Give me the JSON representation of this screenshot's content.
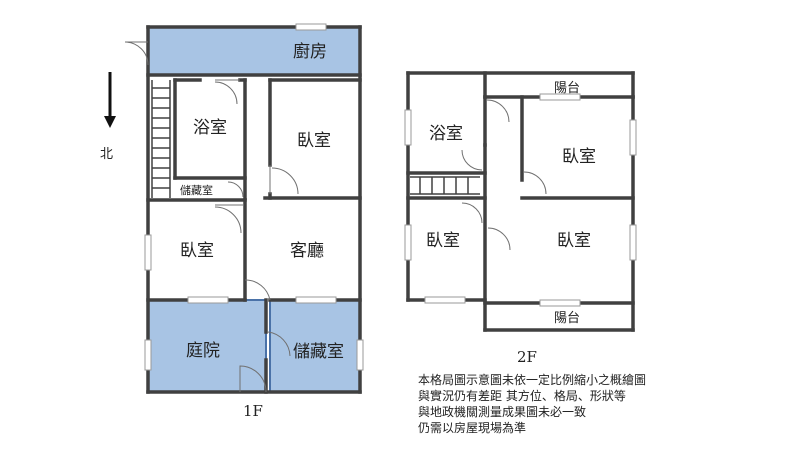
{
  "colors": {
    "highlight_fill": "#a8c4e4",
    "highlight_stroke": "#4a72a8",
    "wall": "#404040"
  },
  "compass": {
    "label": "北",
    "icon": "north-arrow-icon"
  },
  "floor1": {
    "label": "1F",
    "rooms": {
      "kitchen": "廚房",
      "bathroom": "浴室",
      "storage_small": "儲藏室",
      "bedroom_right": "臥室",
      "bedroom_left": "臥室",
      "living_room": "客廳",
      "courtyard": "庭院",
      "storage_room": "儲藏室"
    }
  },
  "floor2": {
    "label": "2F",
    "rooms": {
      "balcony_top": "陽台",
      "bathroom": "浴室",
      "bedroom_top_right": "臥室",
      "bedroom_left": "臥室",
      "bedroom_bottom_right": "臥室",
      "balcony_bottom": "陽台"
    }
  },
  "disclaimer": [
    "本格局圖示意圖未依一定比例縮小之概繪圖",
    "與實況仍有差距 其方位、格局、形狀等",
    "與地政機關測量成果圖未必一致",
    "仍需以房屋現場為準"
  ]
}
